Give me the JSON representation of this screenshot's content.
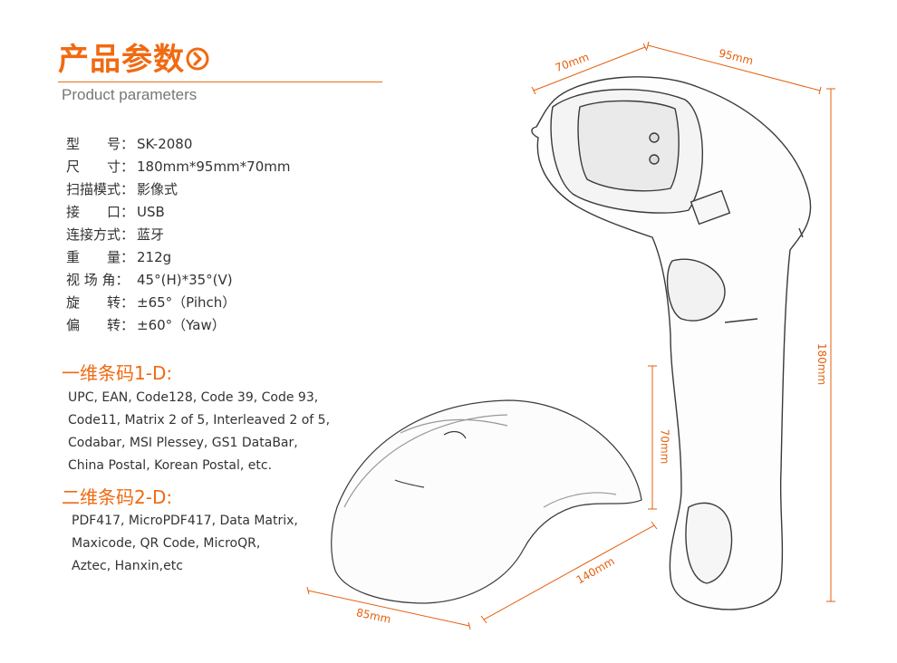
{
  "header": {
    "title": "产品参数",
    "subtitle": "Product parameters"
  },
  "specs": [
    {
      "label": "型　　号：",
      "value": "SK-2080"
    },
    {
      "label": "尺　　寸：",
      "value": "180mm*95mm*70mm"
    },
    {
      "label": "扫描模式：",
      "value": "影像式"
    },
    {
      "label": "接　　口：",
      "value": "USB"
    },
    {
      "label": "连接方式：",
      "value": "蓝牙"
    },
    {
      "label": "重　　量：",
      "value": "212g"
    },
    {
      "label": "视 场 角：",
      "value": "45°(H)*35°(V)"
    },
    {
      "label": "旋　　转：",
      "value": "±65°（Pihch）"
    },
    {
      "label": "偏　　转：",
      "value": "±60°（Yaw）"
    }
  ],
  "barcodes_1d": {
    "heading": "一维条码1-D:",
    "lines": [
      "UPC, EAN, Code128, Code 39, Code 93,",
      "Code11, Matrix 2 of 5, Interleaved 2 of 5,",
      "Codabar, MSI Plessey, GS1 DataBar,",
      "China Postal, Korean Postal, etc."
    ]
  },
  "barcodes_2d": {
    "heading": "二维条码2-D:",
    "lines": [
      "PDF417, MicroPDF417, Data Matrix,",
      "Maxicode, QR Code, MicroQR,",
      "Aztec, Hanxin,etc"
    ]
  },
  "dimensions": {
    "scanner_depth": "70mm",
    "scanner_width": "95mm",
    "scanner_height": "180mm",
    "stand_height": "70mm",
    "stand_length": "140mm",
    "stand_width": "85mm"
  },
  "colors": {
    "accent": "#f06a12",
    "text": "#333333"
  }
}
